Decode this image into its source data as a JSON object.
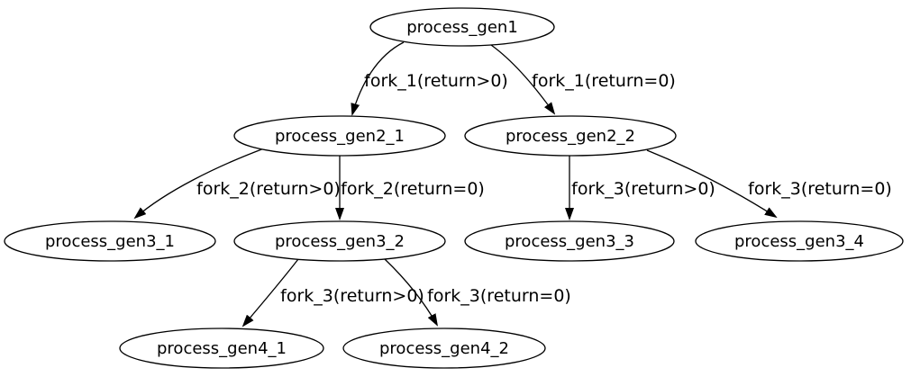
{
  "diagram": {
    "type": "directed-graph",
    "background_color": "#ffffff",
    "stroke_color": "#000000",
    "text_color": "#000000",
    "nodes": [
      {
        "id": "process_gen1",
        "label": "process_gen1"
      },
      {
        "id": "process_gen2_1",
        "label": "process_gen2_1"
      },
      {
        "id": "process_gen2_2",
        "label": "process_gen2_2"
      },
      {
        "id": "process_gen3_1",
        "label": "process_gen3_1"
      },
      {
        "id": "process_gen3_2",
        "label": "process_gen3_2"
      },
      {
        "id": "process_gen3_3",
        "label": "process_gen3_3"
      },
      {
        "id": "process_gen3_4",
        "label": "process_gen3_4"
      },
      {
        "id": "process_gen4_1",
        "label": "process_gen4_1"
      },
      {
        "id": "process_gen4_2",
        "label": "process_gen4_2"
      }
    ],
    "edges": [
      {
        "from": "process_gen1",
        "to": "process_gen2_1",
        "label": "fork_1(return>0)"
      },
      {
        "from": "process_gen1",
        "to": "process_gen2_2",
        "label": "fork_1(return=0)"
      },
      {
        "from": "process_gen2_1",
        "to": "process_gen3_1",
        "label": "fork_2(return>0)"
      },
      {
        "from": "process_gen2_1",
        "to": "process_gen3_2",
        "label": "fork_2(return=0)"
      },
      {
        "from": "process_gen2_2",
        "to": "process_gen3_3",
        "label": "fork_3(return>0)"
      },
      {
        "from": "process_gen2_2",
        "to": "process_gen3_4",
        "label": "fork_3(return=0)"
      },
      {
        "from": "process_gen3_2",
        "to": "process_gen4_1",
        "label": "fork_3(return>0)"
      },
      {
        "from": "process_gen3_2",
        "to": "process_gen4_2",
        "label": "fork_3(return=0)"
      }
    ]
  }
}
